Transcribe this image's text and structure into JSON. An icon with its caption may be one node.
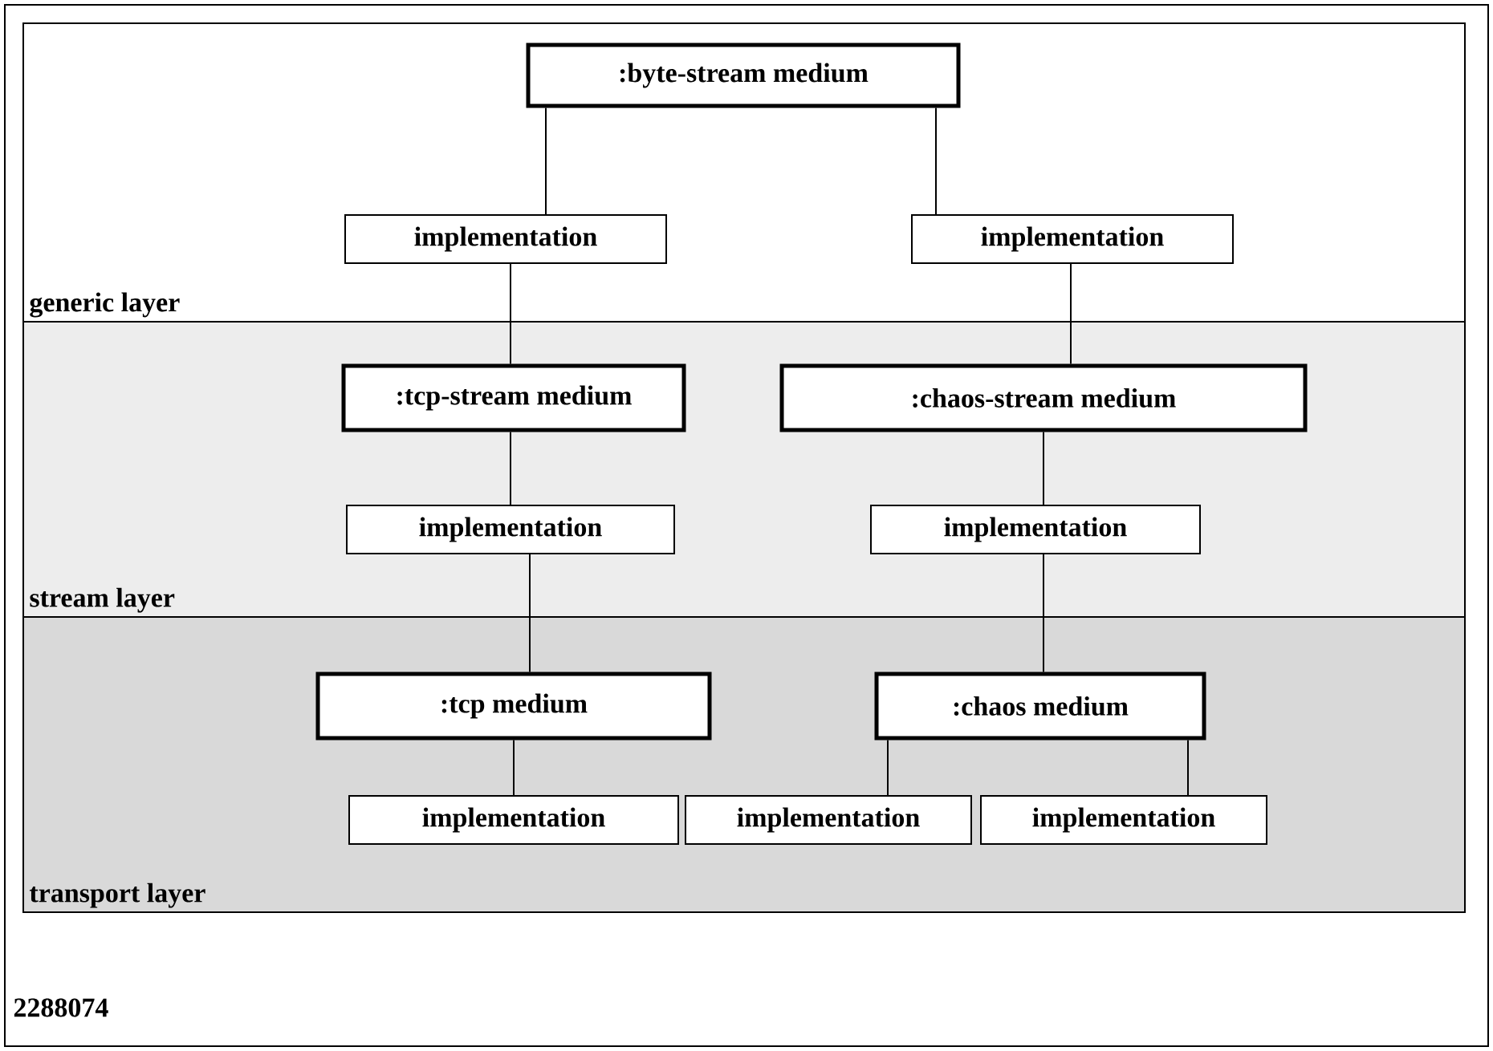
{
  "diagram": {
    "nodes": [
      {
        "text": [
          "generic layer"
        ]
      },
      {
        "text": [
          "stream layer"
        ]
      },
      {
        "text": [
          "transport layer"
        ]
      },
      {
        "text": [
          ":byte-stream medium"
        ],
        "in": 0
      },
      {
        "text": [
          "implementation"
        ],
        "in": 0
      },
      {
        "text": [
          "implementation"
        ],
        "in": 0
      },
      {
        "text": [
          ":tcp-stream medium"
        ],
        "in": 1
      },
      {
        "text": [
          ":chaos-stream medium"
        ],
        "in": 1
      },
      {
        "text": [
          "implementation"
        ],
        "in": 1
      },
      {
        "text": [
          "implementation"
        ],
        "in": 1
      },
      {
        "text": [
          ":tcp medium"
        ],
        "in": 2
      },
      {
        "text": [
          ":chaos medium"
        ],
        "in": 2
      },
      {
        "text": [
          "implementation"
        ],
        "in": 2
      },
      {
        "text": [
          "implementation"
        ],
        "in": 2
      },
      {
        "text": [
          "implementation"
        ],
        "in": 2
      }
    ],
    "edges": [
      {
        "from": 3,
        "to": 4,
        "arrow": "none"
      },
      {
        "from": 3,
        "to": 5,
        "arrow": "none"
      },
      {
        "from": 4,
        "to": 6,
        "arrow": "none"
      },
      {
        "from": 5,
        "to": 7,
        "arrow": "none"
      },
      {
        "from": 6,
        "to": 8,
        "arrow": "none"
      },
      {
        "from": 7,
        "to": 9,
        "arrow": "none"
      },
      {
        "from": 8,
        "to": 10,
        "arrow": "none"
      },
      {
        "from": 9,
        "to": 11,
        "arrow": "none"
      },
      {
        "from": 10,
        "to": 12,
        "arrow": "none"
      },
      {
        "from": 11,
        "to": 13,
        "arrow": "none"
      },
      {
        "from": 11,
        "to": 14,
        "arrow": "none"
      }
    ],
    "labels": [
      "2288074"
    ]
  }
}
